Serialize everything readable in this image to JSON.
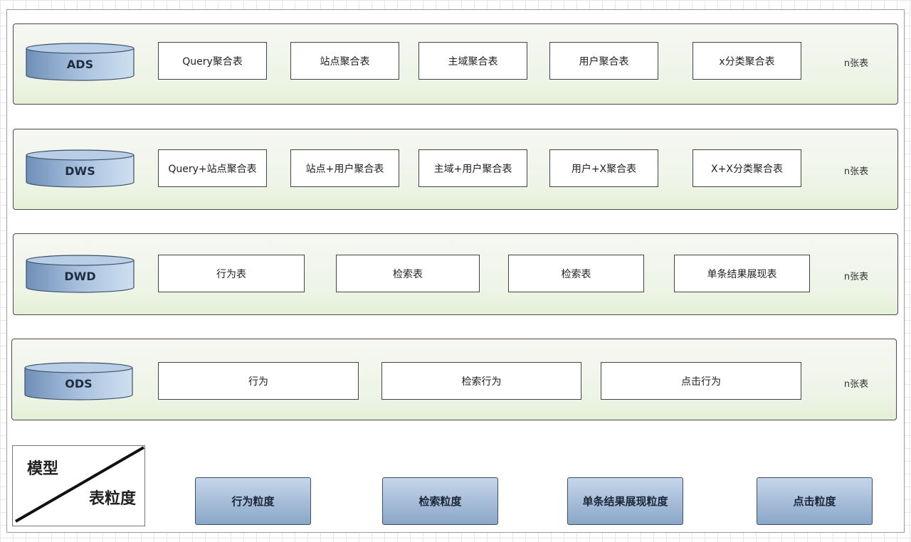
{
  "layers": [
    {
      "name": "ADS",
      "tables": [
        "Query聚合表",
        "站点聚合表",
        "主域聚合表",
        "用户聚合表",
        "x分类聚合表"
      ],
      "count": "n张表"
    },
    {
      "name": "DWS",
      "tables": [
        "Query+站点聚合表",
        "站点+用户聚合表",
        "主域+用户聚合表",
        "用户+X聚合表",
        "X+X分类聚合表"
      ],
      "count": "n张表"
    },
    {
      "name": "DWD",
      "tables": [
        "行为表",
        "检索表",
        "检索表",
        "单条结果展现表"
      ],
      "count": "n张表"
    },
    {
      "name": "ODS",
      "tables": [
        "行为",
        "检索行为",
        "点击行为"
      ],
      "count": "n张表"
    }
  ],
  "corner": {
    "top": "模型",
    "bottom": "表粒度"
  },
  "granularity": [
    "行为粒度",
    "检索粒度",
    "单条结果展现粒度",
    "点击粒度"
  ],
  "colors": {
    "layer_fill": "#eef4e6",
    "cylinder_fill": "#9fb8d8",
    "grain_fill": "#8aa6c8"
  }
}
